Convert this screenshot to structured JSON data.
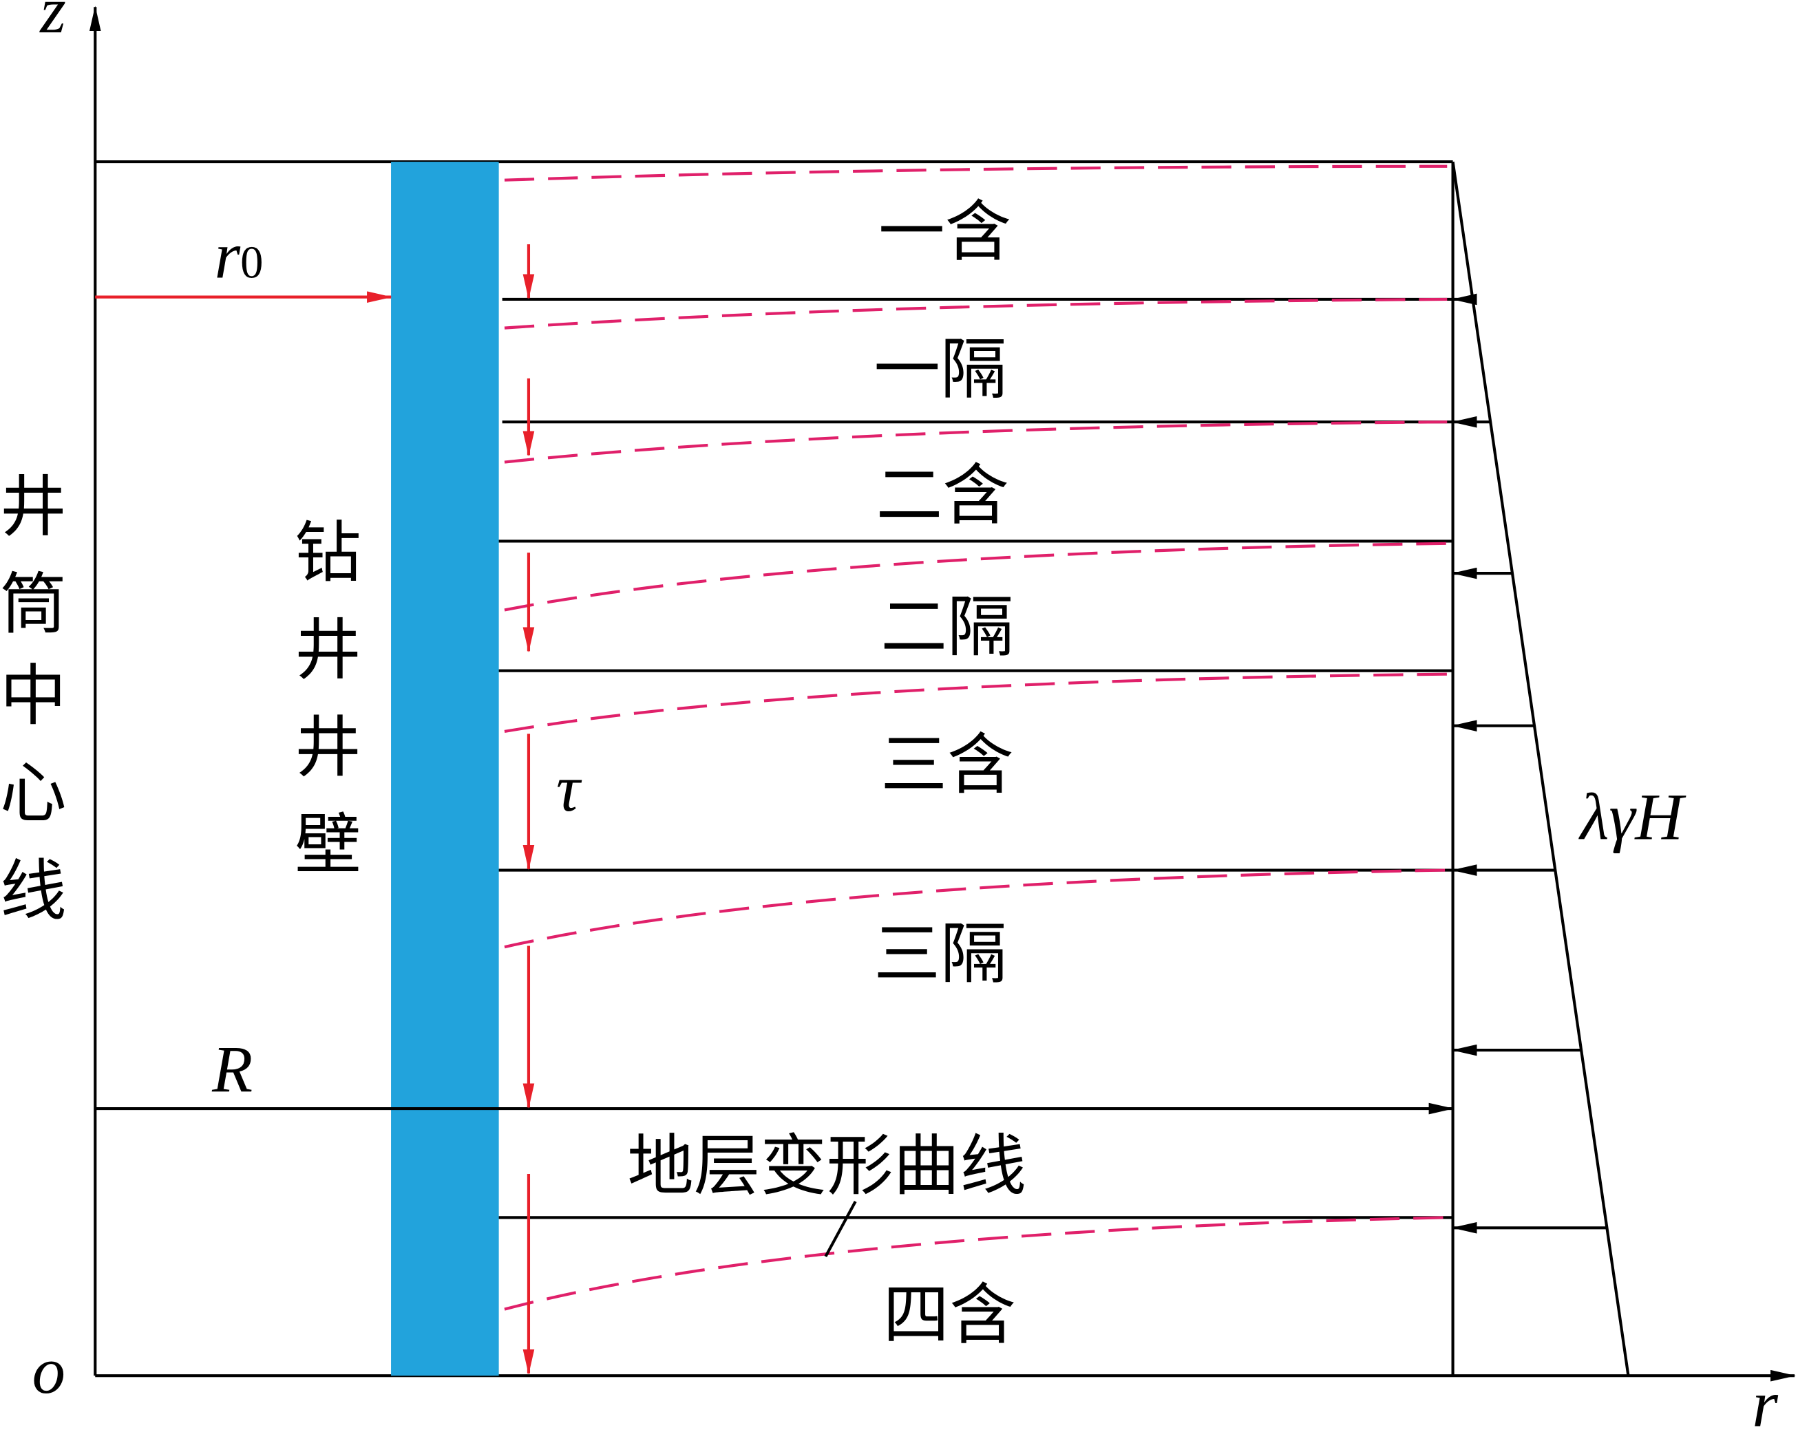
{
  "axes": {
    "z_label": "z",
    "r_label": "r",
    "origin_label": "o"
  },
  "labels": {
    "r0_main": "r",
    "r0_sub": "0",
    "R": "R",
    "tau": "τ",
    "lateral_pressure": "λγH",
    "shaft_center_line": [
      "井",
      "筒",
      "中",
      "心",
      "线"
    ],
    "shaft_wall": [
      "钻",
      "井",
      "井",
      "壁"
    ],
    "deformation_curve": "地层变形曲线"
  },
  "layers": [
    {
      "name": "一含"
    },
    {
      "name": "一隔"
    },
    {
      "name": "二含"
    },
    {
      "name": "二隔"
    },
    {
      "name": "三含"
    },
    {
      "name": "三隔"
    },
    {
      "name": "四含"
    }
  ],
  "colors": {
    "shaft_wall": "#22a3dc",
    "arrow": "#e8202a",
    "curve": "#e0206a"
  }
}
